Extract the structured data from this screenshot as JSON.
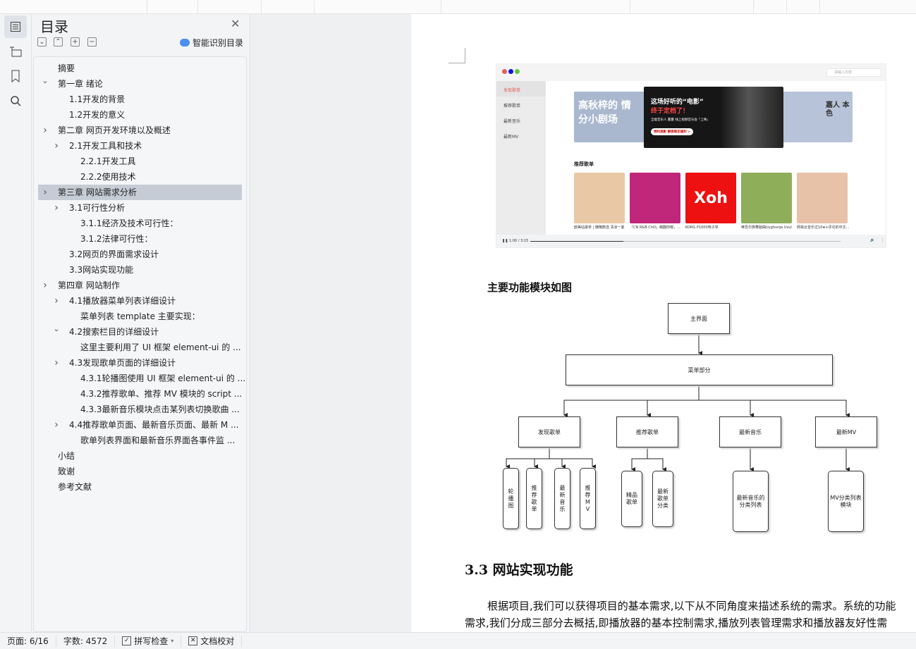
{
  "toc": {
    "title": "目录",
    "smart_label": "智能识别目录",
    "items": [
      {
        "label": "摘要",
        "level": 0,
        "chev": ""
      },
      {
        "label": "第一章 绪论",
        "level": 0,
        "chev": "open"
      },
      {
        "label": "1.1开发的背景",
        "level": 1,
        "chev": ""
      },
      {
        "label": "1.2开发的意义",
        "level": 1,
        "chev": ""
      },
      {
        "label": "第二章 网页开发环境以及概述",
        "level": 0,
        "chev": "closed"
      },
      {
        "label": "2.1开发工具和技术",
        "level": 1,
        "chev": "closed"
      },
      {
        "label": "2.2.1开发工具",
        "level": 2,
        "chev": ""
      },
      {
        "label": "2.2.2使用技术",
        "level": 2,
        "chev": ""
      },
      {
        "label": "第三章 网站需求分析",
        "level": 0,
        "chev": "closed",
        "selected": true
      },
      {
        "label": "3.1可行性分析",
        "level": 1,
        "chev": "closed"
      },
      {
        "label": "3.1.1经济及技术可行性：",
        "level": 2,
        "chev": ""
      },
      {
        "label": "3.1.2法律可行性：",
        "level": 2,
        "chev": ""
      },
      {
        "label": "3.2网页的界面需求设计",
        "level": 1,
        "chev": ""
      },
      {
        "label": "3.3网站实现功能",
        "level": 1,
        "chev": ""
      },
      {
        "label": "第四章 网站制作",
        "level": 0,
        "chev": "closed"
      },
      {
        "label": "4.1播放器菜单列表详细设计",
        "level": 1,
        "chev": "closed"
      },
      {
        "label": "菜单列表 template 主要实现：",
        "level": 2,
        "chev": ""
      },
      {
        "label": "4.2搜索栏目的详细设计",
        "level": 1,
        "chev": "open"
      },
      {
        "label": "这里主要利用了 UI 框架 element-ui 的 ...",
        "level": 2,
        "chev": ""
      },
      {
        "label": "4.3发现歌单页面的详细设计",
        "level": 1,
        "chev": "closed"
      },
      {
        "label": "4.3.1轮播图使用 UI 框架 element-ui 的 ...",
        "level": 2,
        "chev": ""
      },
      {
        "label": "4.3.2推荐歌单、推荐 MV 模块的 script ...",
        "level": 2,
        "chev": ""
      },
      {
        "label": "4.3.3最新音乐模块点击某列表切换歌曲 ...",
        "level": 2,
        "chev": ""
      },
      {
        "label": "4.4推荐歌单页面、最新音乐页面、最新 M ...",
        "level": 1,
        "chev": "closed"
      },
      {
        "label": "歌单列表界面和最新音乐界面各事件监 ...",
        "level": 2,
        "chev": ""
      },
      {
        "label": "小结",
        "level": 0,
        "chev": ""
      },
      {
        "label": "致谢",
        "level": 0,
        "chev": ""
      },
      {
        "label": "参考文献",
        "level": 0,
        "chev": ""
      }
    ]
  },
  "shot": {
    "search_placeholder": "请输入内容",
    "menu": [
      "发现歌单",
      "推荐歌单",
      "最新音乐",
      "最新MV"
    ],
    "banner_left": "高秋梓的 情分小剧场",
    "banner_center_1": "这场好听的“电影”",
    "banner_center_2": "终于定档了！",
    "banner_center_3": "全能音乐人 蔓蔓 线上视频音乐会「上映」",
    "banner_center_btn": "预约观影 解锁限定福利 >",
    "banner_right": "嘉人 本色",
    "section_title": "推荐歌单",
    "playlists": [
      {
        "caption": "欧美站歌单 | 慵懒数选 清凉一夏",
        "color": "#e9c9a5"
      },
      {
        "caption": "「CN R&B Chill」萌翻你嗯，...",
        "color": "#c0267a"
      },
      {
        "caption": "KORG P1000电子琴",
        "color": "#ee1111",
        "text": "Xoh"
      },
      {
        "caption": "维吾尔族舞蹈曲Uyghurqa Usul",
        "color": "#8fae5a"
      },
      {
        "caption": "网易云音乐过10w+评论的中文...",
        "color": "#e7c2a8"
      }
    ],
    "time": "1:00 / 3:15",
    "progress": 0.3
  },
  "doc": {
    "figure_heading": "主要功能模块如图",
    "diagram": {
      "root": "主界面",
      "menu": "菜单部分",
      "branches": [
        "发现歌单",
        "推荐歌单",
        "最新音乐",
        "最新MV"
      ],
      "leaves_1": [
        "轮播图",
        "推荐歌单",
        "最新音乐",
        "推荐MV"
      ],
      "leaves_2": [
        "精品歌单",
        "最新歌单分类"
      ],
      "leaf_3": "最新音乐的分类列表",
      "leaf_4": "MV分类列表模块"
    },
    "section_heading": "3.3 网站实现功能",
    "para_1": "根据项目,我们可以获得项目的基本需求,以下从不同角度来描述系统的需求。系统的功能",
    "para_2": "需求,我们分成三部分去概括,即播放器的基本控制需求,播放列表管理需求和播放器友好性需"
  },
  "status": {
    "page": "页面: 6/16",
    "words": "字数: 4572",
    "spell": "拼写检查",
    "proof": "文档校对"
  }
}
